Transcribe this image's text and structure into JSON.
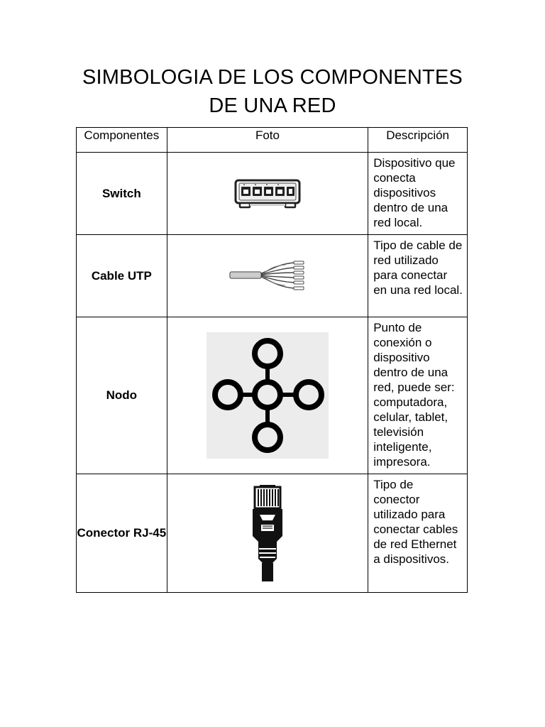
{
  "title": {
    "line1": "SIMBOLOGIA DE LOS COMPONENTES",
    "line2": "DE UNA RED"
  },
  "table": {
    "headers": [
      "Componentes",
      "Foto",
      "Descripción"
    ],
    "rows": [
      {
        "name": "Switch",
        "icon": "network-switch-icon",
        "description": "Dispositivo que conecta dispositivos dentro de una red local."
      },
      {
        "name": "Cable UTP",
        "icon": "utp-cable-icon",
        "description": "Tipo de cable de red utilizado para conectar en una red local."
      },
      {
        "name": "Nodo",
        "icon": "node-icon",
        "description": "Punto de conexión o dispositivo dentro de una red, puede ser: computadora, celular, tablet, televisión inteligente, impresora."
      },
      {
        "name": "Conector RJ-45",
        "icon": "rj45-connector-icon",
        "description": "Tipo de conector utilizado para conectar cables de red Ethernet a dispositivos."
      }
    ]
  }
}
